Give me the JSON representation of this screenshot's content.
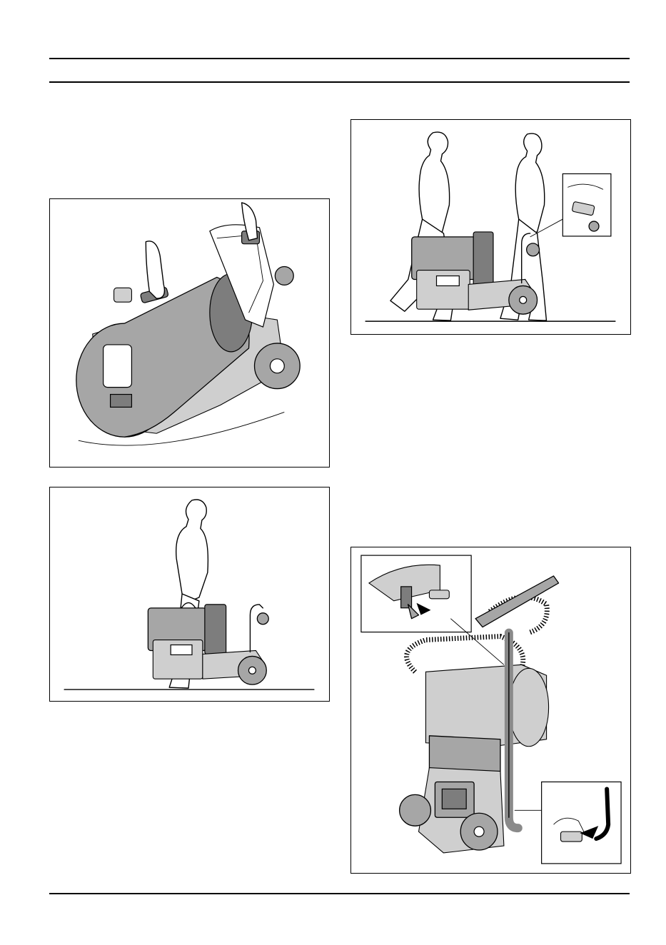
{
  "page": {
    "header_rules": 2,
    "footer_rule": true
  },
  "figures": [
    {
      "id": "tilt-open-lid",
      "icon": "vacuum-tilted-lid-open-illustration"
    },
    {
      "id": "carry-one-person",
      "icon": "one-person-carrying-vacuum-illustration"
    },
    {
      "id": "carry-two-persons",
      "icon": "two-persons-carrying-vacuum-illustration"
    },
    {
      "id": "hose-storage",
      "icon": "upright-vacuum-hose-storage-illustration"
    }
  ],
  "colors": {
    "line": "#000000",
    "machine_fill": "#a6a6a6",
    "machine_dark": "#7d7d7d",
    "background": "#ffffff"
  }
}
